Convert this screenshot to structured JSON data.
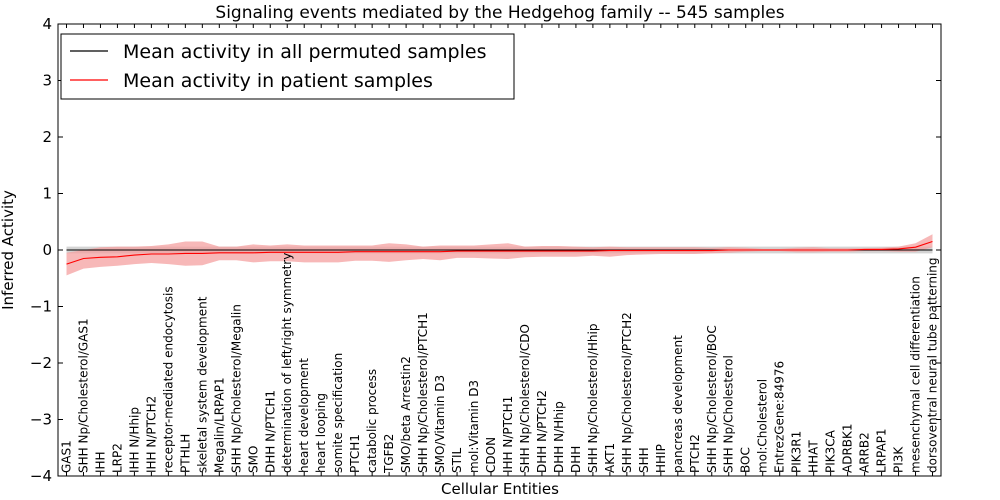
{
  "chart_data": {
    "type": "line",
    "title": "Signaling events mediated by the Hedgehog family -- 545 samples",
    "xlabel": "Cellular Entities",
    "ylabel": "Inferred Activity",
    "ylim": [
      -4,
      4
    ],
    "yticks": [
      -4,
      -3,
      -2,
      -1,
      0,
      1,
      2,
      3,
      4
    ],
    "ytick_labels": [
      "−4",
      "−3",
      "−2",
      "−1",
      "0",
      "1",
      "2",
      "3",
      "4"
    ],
    "legend_position": "top-left",
    "grid": false,
    "categories": [
      "GAS1",
      "SHH Np/Cholesterol/GAS1",
      "IHH",
      "LRP2",
      "IHH N/Hhip",
      "IHH N/PTCH2",
      "receptor-mediated endocytosis",
      "PTHLH",
      "skeletal system development",
      "Megalin/LRPAP1",
      "SHH Np/Cholesterol/Megalin",
      "SMO",
      "DHH N/PTCH1",
      "determination of left/right symmetry",
      "heart development",
      "heart looping",
      "somite specification",
      "PTCH1",
      "catabolic process",
      "TGFB2",
      "SMO/beta Arrestin2",
      "SHH Np/Cholesterol/PTCH1",
      "SMO/Vitamin D3",
      "STIL",
      "mol:Vitamin D3",
      "CDON",
      "IHH N/PTCH1",
      "SHH Np/Cholesterol/CDO",
      "DHH N/PTCH2",
      "DHH N/Hhip",
      "DHH",
      "SHH Np/Cholesterol/Hhip",
      "AKT1",
      "SHH Np/Cholesterol/PTCH2",
      "SHH",
      "HHIP",
      "pancreas development",
      "PTCH2",
      "SHH Np/Cholesterol/BOC",
      "SHH Np/Cholesterol",
      "BOC",
      "mol:Cholesterol",
      "EntrezGene:84976",
      "PIK3R1",
      "HHAT",
      "PIK3CA",
      "ADRBK1",
      "ARRB2",
      "LRPAP1",
      "PI3K",
      "mesenchymal cell differentiation",
      "dorsoventral neural tube patterning"
    ],
    "series": [
      {
        "name": "Mean activity in all permuted samples",
        "color": "#000000",
        "band_color": "#b0b0b0",
        "values": [
          0.0,
          0.0,
          0.0,
          0.0,
          0.0,
          0.0,
          0.0,
          0.0,
          0.0,
          0.0,
          0.0,
          0.0,
          0.0,
          0.0,
          0.0,
          0.0,
          0.0,
          0.0,
          0.0,
          0.0,
          0.0,
          0.0,
          0.0,
          0.0,
          0.0,
          0.0,
          0.0,
          0.0,
          0.0,
          0.0,
          0.0,
          0.0,
          0.0,
          0.0,
          0.0,
          0.0,
          0.0,
          0.0,
          0.0,
          0.0,
          0.0,
          0.0,
          0.0,
          0.0,
          0.0,
          0.0,
          0.0,
          0.0,
          0.0,
          0.0,
          0.0,
          0.0
        ],
        "lower": [
          -0.06,
          -0.06,
          -0.06,
          -0.06,
          -0.06,
          -0.06,
          -0.06,
          -0.06,
          -0.06,
          -0.06,
          -0.06,
          -0.06,
          -0.06,
          -0.06,
          -0.06,
          -0.06,
          -0.06,
          -0.06,
          -0.06,
          -0.06,
          -0.06,
          -0.06,
          -0.06,
          -0.06,
          -0.06,
          -0.06,
          -0.06,
          -0.06,
          -0.06,
          -0.06,
          -0.06,
          -0.06,
          -0.06,
          -0.06,
          -0.06,
          -0.06,
          -0.06,
          -0.06,
          -0.06,
          -0.06,
          -0.06,
          -0.06,
          -0.06,
          -0.06,
          -0.06,
          -0.06,
          -0.06,
          -0.06,
          -0.06,
          -0.06,
          -0.06,
          -0.06
        ],
        "upper": [
          0.06,
          0.06,
          0.06,
          0.06,
          0.06,
          0.06,
          0.06,
          0.06,
          0.06,
          0.06,
          0.06,
          0.06,
          0.06,
          0.06,
          0.06,
          0.06,
          0.06,
          0.06,
          0.06,
          0.06,
          0.06,
          0.06,
          0.06,
          0.06,
          0.06,
          0.06,
          0.06,
          0.06,
          0.06,
          0.06,
          0.06,
          0.06,
          0.06,
          0.06,
          0.06,
          0.06,
          0.06,
          0.06,
          0.06,
          0.06,
          0.06,
          0.06,
          0.06,
          0.06,
          0.06,
          0.06,
          0.06,
          0.06,
          0.06,
          0.06,
          0.06,
          0.06
        ]
      },
      {
        "name": "Mean activity in patient samples",
        "color": "#ff0000",
        "band_color": "#f4a0a0",
        "values": [
          -0.25,
          -0.15,
          -0.13,
          -0.12,
          -0.09,
          -0.07,
          -0.07,
          -0.06,
          -0.06,
          -0.05,
          -0.05,
          -0.05,
          -0.04,
          -0.04,
          -0.04,
          -0.04,
          -0.04,
          -0.03,
          -0.03,
          -0.03,
          -0.03,
          -0.03,
          -0.03,
          -0.02,
          -0.02,
          -0.02,
          -0.02,
          -0.02,
          -0.02,
          -0.02,
          -0.02,
          -0.02,
          -0.01,
          -0.01,
          -0.01,
          -0.01,
          -0.01,
          -0.01,
          -0.01,
          0.0,
          0.0,
          0.0,
          0.0,
          0.0,
          0.0,
          0.0,
          0.0,
          0.01,
          0.01,
          0.02,
          0.05,
          0.15
        ],
        "lower": [
          -0.45,
          -0.33,
          -0.3,
          -0.28,
          -0.25,
          -0.23,
          -0.25,
          -0.28,
          -0.27,
          -0.18,
          -0.18,
          -0.22,
          -0.2,
          -0.2,
          -0.22,
          -0.22,
          -0.22,
          -0.19,
          -0.19,
          -0.21,
          -0.18,
          -0.16,
          -0.18,
          -0.14,
          -0.14,
          -0.15,
          -0.16,
          -0.13,
          -0.12,
          -0.12,
          -0.12,
          -0.1,
          -0.12,
          -0.09,
          -0.08,
          -0.07,
          -0.07,
          -0.07,
          -0.06,
          -0.05,
          -0.03,
          -0.02,
          -0.02,
          -0.04,
          -0.04,
          -0.03,
          -0.03,
          -0.02,
          -0.02,
          -0.03,
          -0.03,
          0.05
        ],
        "upper": [
          -0.05,
          0.0,
          0.05,
          0.06,
          0.06,
          0.07,
          0.1,
          0.15,
          0.15,
          0.06,
          0.06,
          0.1,
          0.08,
          0.1,
          0.08,
          0.08,
          0.08,
          0.08,
          0.08,
          0.12,
          0.1,
          0.06,
          0.08,
          0.08,
          0.08,
          0.1,
          0.12,
          0.06,
          0.07,
          0.07,
          0.06,
          0.05,
          0.06,
          0.05,
          0.05,
          0.05,
          0.05,
          0.05,
          0.04,
          0.05,
          0.04,
          0.02,
          0.02,
          0.04,
          0.05,
          0.03,
          0.03,
          0.03,
          0.04,
          0.06,
          0.12,
          0.28
        ]
      }
    ]
  }
}
